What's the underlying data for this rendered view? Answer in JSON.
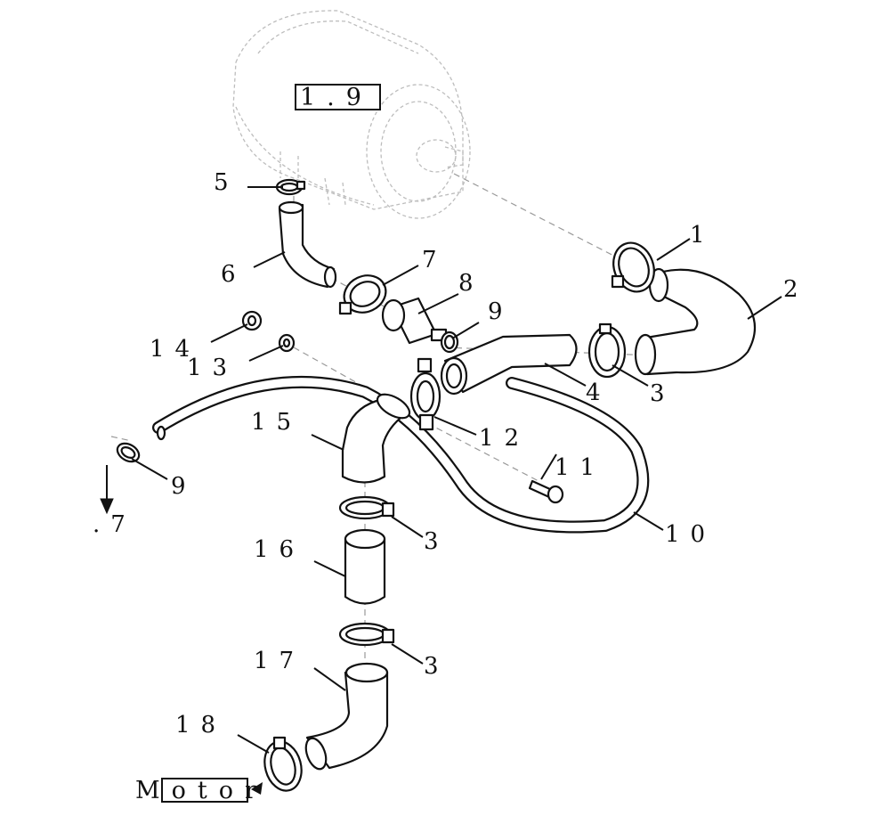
{
  "references": {
    "air_filter_ref": "1.9",
    "engine_ref": "Motor",
    "continuation_ref": ".7"
  },
  "callouts": {
    "c1": "1",
    "c2": "2",
    "c3a": "3",
    "c3b": "3",
    "c3c": "3",
    "c4": "4",
    "c5": "5",
    "c6": "6",
    "c7": "7",
    "c8": "8",
    "c9a": "9",
    "c9b": "9",
    "c10": "10",
    "c11": "11",
    "c12": "12",
    "c13": "13",
    "c14": "14",
    "c15": "15",
    "c16": "16",
    "c17": "17",
    "c18": "18"
  }
}
